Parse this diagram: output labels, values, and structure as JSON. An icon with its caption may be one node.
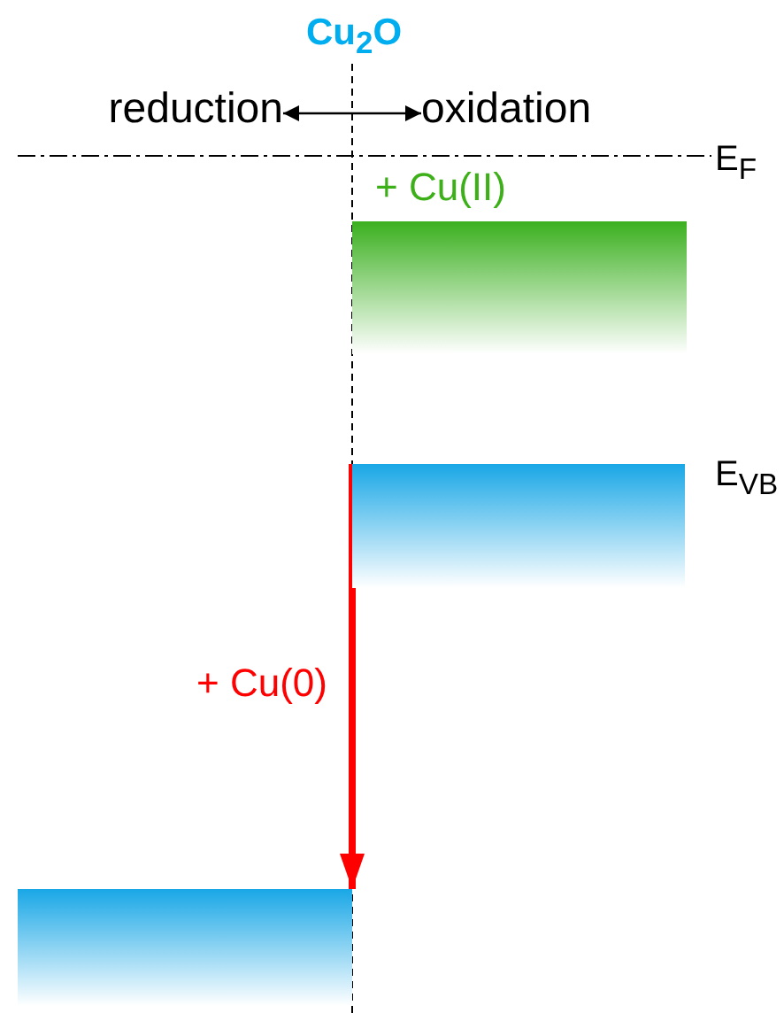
{
  "diagram": {
    "title": "Cu$_{2}$O",
    "nodes": [
      {
        "text": [
          "reduction"
        ]
      },
      {
        "text": [
          "oxidation"
        ]
      },
      {
        "text": [
          "+ Cu(II)"
        ]
      },
      {
        "text": [],
        "shape": "bar",
        "beside": [
          "E$_{VB}$"
        ]
      },
      {
        "text": [],
        "shape": "bar"
      }
    ],
    "edges": [
      {
        "from": 0,
        "to": 1,
        "arrow": "both"
      },
      {
        "from": 3,
        "to": 4,
        "arrow": "to",
        "label": "+ Cu(0)",
        "style": "thick",
        "color": "#ff0000"
      }
    ],
    "labels": [
      "E$_{F}$"
    ]
  }
}
